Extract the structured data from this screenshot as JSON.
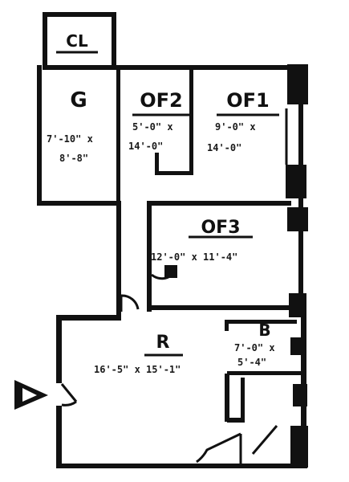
{
  "plan": {
    "rooms": [
      {
        "id": "cl",
        "label": "CL"
      },
      {
        "id": "g",
        "label": "G",
        "dims": [
          "7'-10\" x",
          "8'-8\""
        ]
      },
      {
        "id": "of2",
        "label": "OF2",
        "dims": [
          "5'-0\" x",
          "14'-0\""
        ]
      },
      {
        "id": "of1",
        "label": "OF1",
        "dims": [
          "9'-0\" x",
          "14'-0\""
        ]
      },
      {
        "id": "of3",
        "label": "OF3",
        "dims": [
          "12'-0\" x 11'-4\""
        ]
      },
      {
        "id": "r",
        "label": "R",
        "dims": [
          "16'-5\" x 15'-1\""
        ]
      },
      {
        "id": "b",
        "label": "B",
        "dims": [
          "7'-0\" x",
          "5'-4\""
        ]
      }
    ],
    "colors": {
      "wall": "#111111",
      "paper": "#ffffff"
    },
    "icons": [
      "entry-arrow-icon"
    ]
  }
}
